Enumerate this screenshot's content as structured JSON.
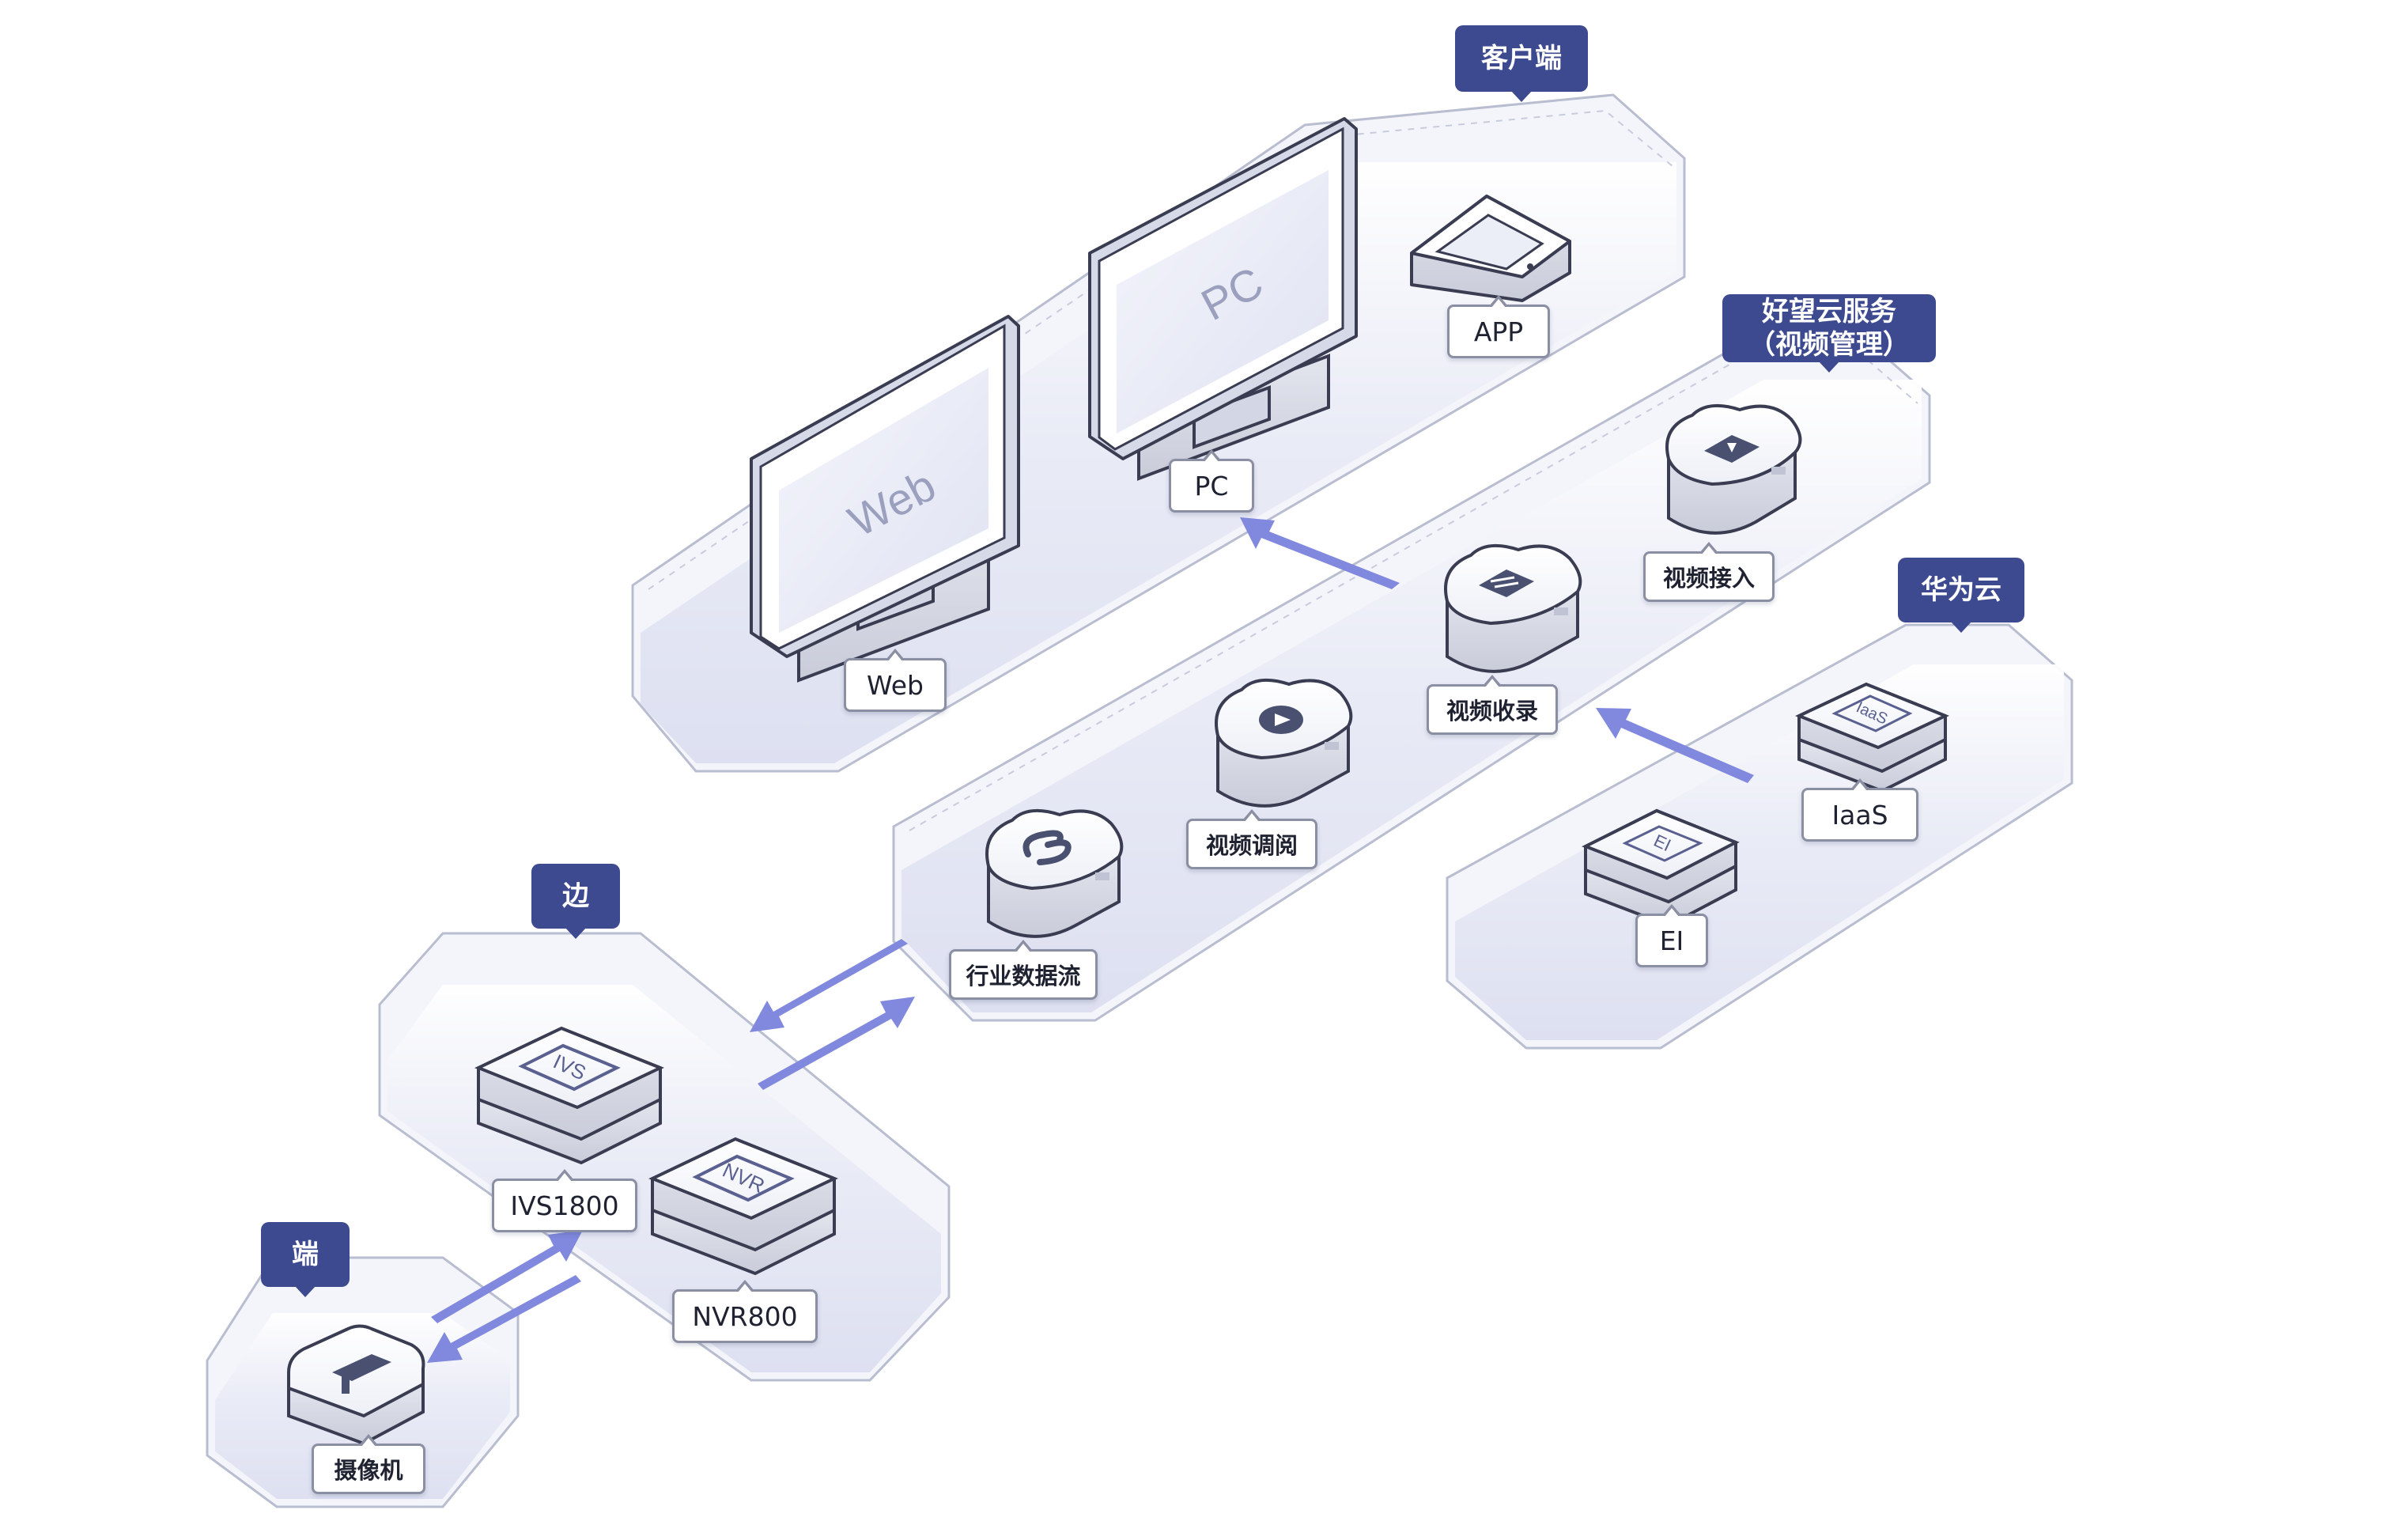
{
  "groups": {
    "client": "客户端",
    "cloud_service": [
      "好望云服务",
      "（视频管理）"
    ],
    "huawei_cloud": "华为云",
    "edge": "边",
    "device": "端"
  },
  "screens": {
    "web_text": "Web",
    "pc_text": "PC"
  },
  "labels": {
    "web": "Web",
    "pc": "PC",
    "app": "APP",
    "video_access": "视频接入",
    "video_record": "视频收录",
    "video_review": "视频调阅",
    "data_stream": "行业数据流",
    "iaas": "IaaS",
    "ei": "EI",
    "ivs": "IVS1800",
    "nvr": "NVR800",
    "camera": "摄像机"
  },
  "box_faces": {
    "iaas": "IaaS",
    "ei": "EI",
    "ivs": "IVS",
    "nvr": "NVR"
  },
  "colors": {
    "group_tag": "#3d4a8f",
    "platform_fill": "#e4e6f4",
    "platform_edge": "#b9bdd0",
    "arrow": "#8189de",
    "device_outline": "#3a3d52"
  }
}
